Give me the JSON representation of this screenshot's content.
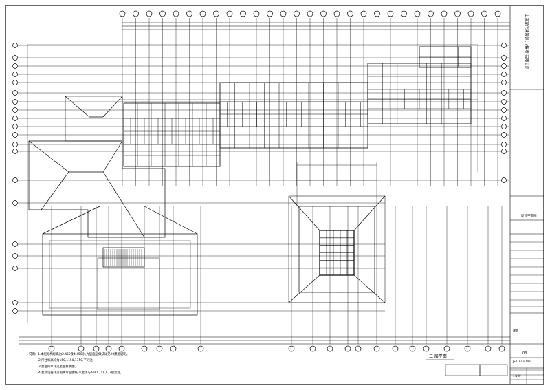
{
  "title_block": {
    "company": "上海现代建筑设计(集团)有限公司",
    "drawing_label": "屋顶平面图",
    "drawing_no_label": "建筑",
    "drawing_no": "JS01A43-103",
    "sheet_no": "03",
    "scale": "1:100"
  },
  "drawing": {
    "plan_title": "三 层平面",
    "notes": [
      "说明：1.本层结构标高为2.450及4.450米,九层面层做法详见20建施说明。",
      "2.所注标高均为150,1150,1750,不另注。",
      "3.屋面排水详见屋面排水图。",
      "4.屋顶设备详见相关专业图纸,以屋顶与A,B,C,D,E,F,G轴为准。"
    ]
  },
  "colors": {
    "line": "#000000",
    "paper": "#ffffff"
  }
}
